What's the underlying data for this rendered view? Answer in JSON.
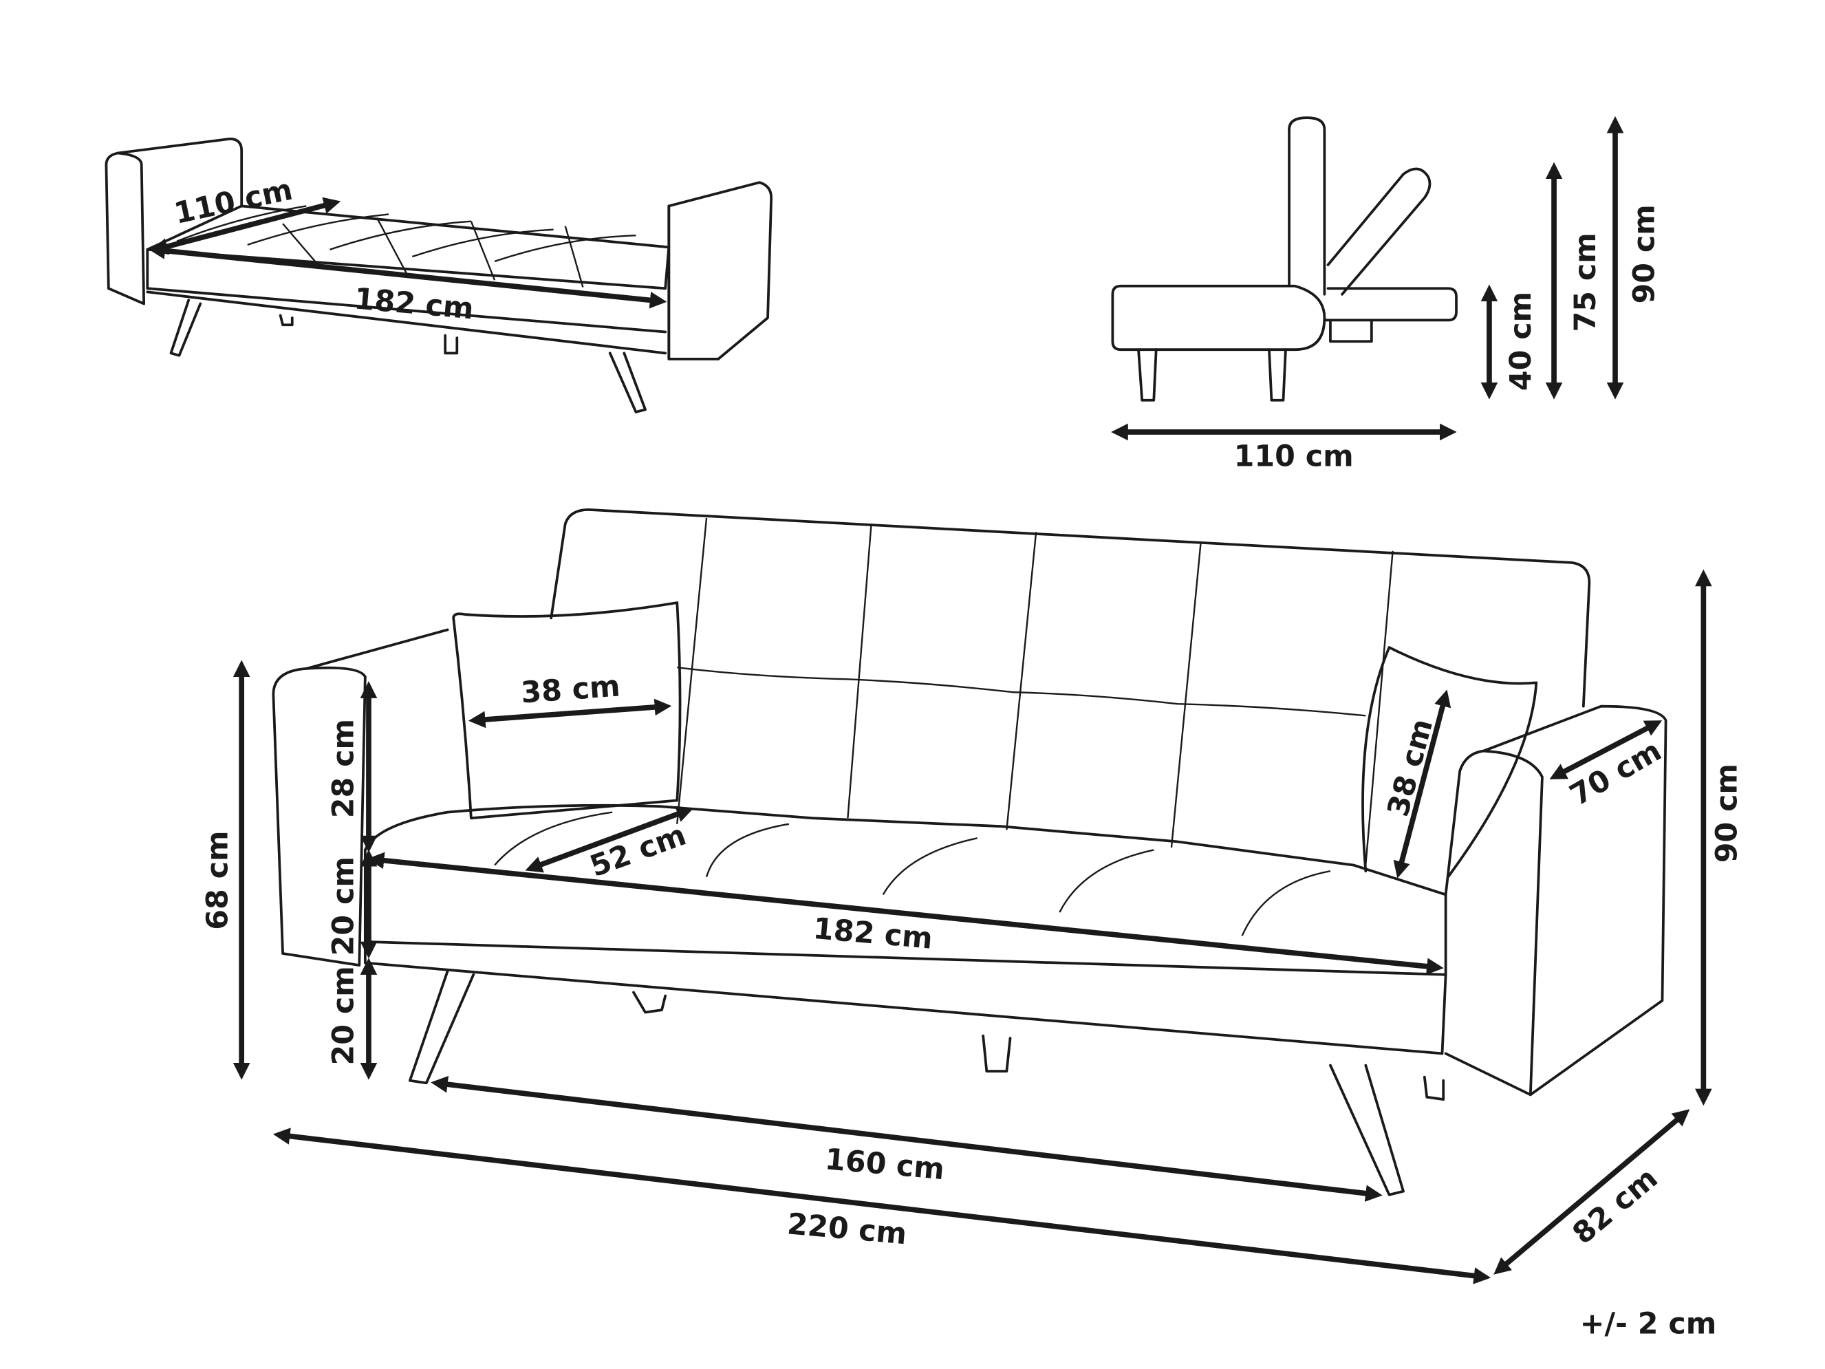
{
  "top_view": {
    "depth_label": "110 cm",
    "length_label": "182 cm"
  },
  "side_view": {
    "depth_label": "110 cm",
    "seat_height_label": "40 cm",
    "back_height_label": "75 cm",
    "total_height_label": "90 cm"
  },
  "front_view": {
    "pillow_width_label": "38 cm",
    "back_height_label": "28 cm",
    "seat_depth_label": "52 cm",
    "seat_thickness_label": "20 cm",
    "leg_height_label": "20 cm",
    "arm_height_label": "68 cm",
    "seat_length_label": "182 cm",
    "pillow_height_label": "38 cm",
    "arm_depth_label": "70 cm",
    "total_height_label": "90 cm",
    "leg_span_label": "160 cm",
    "total_width_label": "220 cm",
    "total_depth_label": "82 cm"
  },
  "tolerance_label": "+/- 2 cm"
}
